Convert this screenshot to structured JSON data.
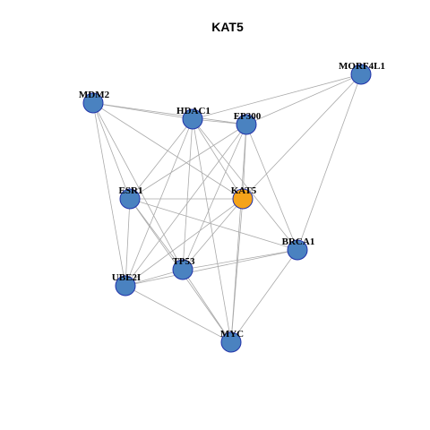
{
  "title": "KAT5",
  "colors": {
    "default_node": "#4a82c0",
    "highlight_node": "#f5a31a",
    "edge": "#aaaaaa",
    "node_border": "#2233aa"
  },
  "nodes": [
    {
      "id": "MORF4L1",
      "label": "MORF4L1",
      "highlight": false
    },
    {
      "id": "MDM2",
      "label": "MDM2",
      "highlight": false
    },
    {
      "id": "HDAC1",
      "label": "HDAC1",
      "highlight": false
    },
    {
      "id": "EP300",
      "label": "EP300",
      "highlight": false
    },
    {
      "id": "ESR1",
      "label": "ESR1",
      "highlight": false
    },
    {
      "id": "KAT5",
      "label": "KAT5",
      "highlight": true
    },
    {
      "id": "BRCA1",
      "label": "BRCA1",
      "highlight": false
    },
    {
      "id": "TP53",
      "label": "TP53",
      "highlight": false
    },
    {
      "id": "UBE2I",
      "label": "UBE2I",
      "highlight": false
    },
    {
      "id": "MYC",
      "label": "MYC",
      "highlight": false
    }
  ],
  "edges": [
    [
      "MORF4L1",
      "HDAC1"
    ],
    [
      "MORF4L1",
      "EP300"
    ],
    [
      "MORF4L1",
      "KAT5"
    ],
    [
      "MORF4L1",
      "BRCA1"
    ],
    [
      "MDM2",
      "HDAC1"
    ],
    [
      "MDM2",
      "EP300"
    ],
    [
      "MDM2",
      "ESR1"
    ],
    [
      "MDM2",
      "TP53"
    ],
    [
      "MDM2",
      "UBE2I"
    ],
    [
      "MDM2",
      "KAT5"
    ],
    [
      "HDAC1",
      "EP300"
    ],
    [
      "HDAC1",
      "ESR1"
    ],
    [
      "HDAC1",
      "KAT5"
    ],
    [
      "HDAC1",
      "BRCA1"
    ],
    [
      "HDAC1",
      "TP53"
    ],
    [
      "HDAC1",
      "UBE2I"
    ],
    [
      "HDAC1",
      "MYC"
    ],
    [
      "EP300",
      "ESR1"
    ],
    [
      "EP300",
      "KAT5"
    ],
    [
      "EP300",
      "BRCA1"
    ],
    [
      "EP300",
      "TP53"
    ],
    [
      "EP300",
      "UBE2I"
    ],
    [
      "EP300",
      "MYC"
    ],
    [
      "ESR1",
      "KAT5"
    ],
    [
      "ESR1",
      "BRCA1"
    ],
    [
      "ESR1",
      "TP53"
    ],
    [
      "ESR1",
      "UBE2I"
    ],
    [
      "ESR1",
      "MYC"
    ],
    [
      "KAT5",
      "TP53"
    ],
    [
      "KAT5",
      "UBE2I"
    ],
    [
      "KAT5",
      "MYC"
    ],
    [
      "BRCA1",
      "TP53"
    ],
    [
      "BRCA1",
      "UBE2I"
    ],
    [
      "BRCA1",
      "MYC"
    ],
    [
      "TP53",
      "UBE2I"
    ],
    [
      "TP53",
      "MYC"
    ],
    [
      "UBE2I",
      "MYC"
    ]
  ]
}
